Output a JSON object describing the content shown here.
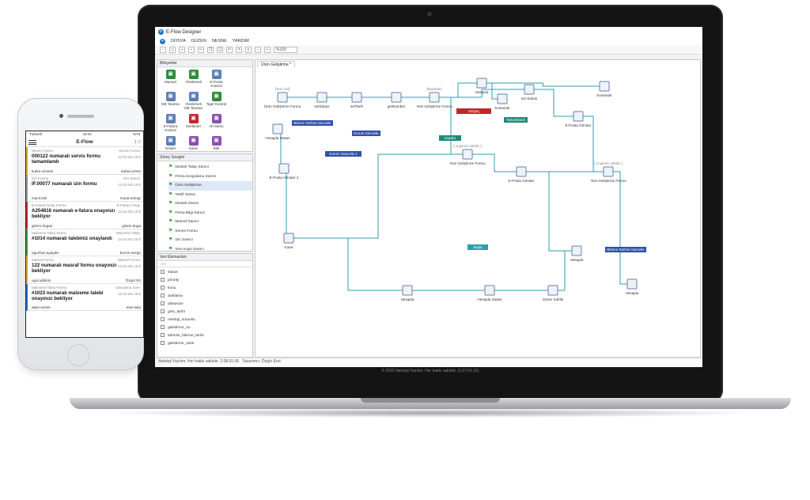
{
  "colors": {
    "flow_line": "#2a9fb0",
    "flow_node_border": "#6a7fa8",
    "accent_blue": "#1a73c9",
    "status_red": "#c0272d",
    "status_teal": "#1f8a78"
  },
  "designer": {
    "window_title": "E-Flow Designer",
    "menu": [
      "DOSYA",
      "DÜZEN",
      "NESNE",
      "YARDIM"
    ],
    "zoom": "%100",
    "panels": {
      "components_title": "Bileşenler",
      "processes_title": "Süreç Gezgini",
      "variables_title": "Veri Elemanları"
    },
    "components": [
      {
        "label": "Manuel",
        "icon": "manual-icon",
        "color": "#2e8b3a"
      },
      {
        "label": "Yinelemeli",
        "icon": "repeat-icon",
        "color": "#2e8b3a"
      },
      {
        "label": "E-Posta Kontrol",
        "icon": "email-icon",
        "color": "#5a7fb8"
      },
      {
        "label": "",
        "icon": "blank",
        "color": "#ffffff"
      },
      {
        "label": "DB Tarama",
        "icon": "database-icon",
        "color": "#5a7fb8"
      },
      {
        "label": "Yinelemeli DB Tarama",
        "icon": "database-repeat-icon",
        "color": "#5a7fb8"
      },
      {
        "label": "Tiger Kontrol",
        "icon": "tiger-icon",
        "color": "#2e8b3a"
      },
      {
        "label": "",
        "icon": "blank",
        "color": "#ffffff"
      },
      {
        "label": "E-Fatura Kontrol",
        "icon": "invoice-icon",
        "color": "#5a7fb8"
      },
      {
        "label": "Sonlandır",
        "icon": "stop-icon",
        "color": "#c0272d"
      },
      {
        "label": "Alt Süreç",
        "icon": "subprocess-icon",
        "color": "#8a4fb0"
      },
      {
        "label": "",
        "icon": "blank",
        "color": "#ffffff"
      },
      {
        "label": "Göster Formu",
        "icon": "form-icon",
        "color": "#5a7fb8"
      },
      {
        "label": "Karar",
        "icon": "decision-icon",
        "color": "#8a4fb0"
      },
      {
        "label": "Bitti",
        "icon": "done-icon",
        "color": "#8a4fb0"
      },
      {
        "label": "",
        "icon": "blank",
        "color": "#ffffff"
      }
    ],
    "processes": [
      "Destek Talep Süreci",
      "Firma Sorgulama Süreci",
      "Ürün Geliştirme",
      "Teklif Süreci",
      "Destek Süreci",
      "Firma Bilgi Süreci",
      "Masraf Süreci",
      "Servis Formu",
      "İzin Süreci",
      "Yeni Kayıt Süreci"
    ],
    "selected_process_index": 2,
    "variable_search_placeholder": "Ara",
    "variables": [
      "status",
      "priority",
      "konu",
      "aciklama",
      "dokuman",
      "giris_tarihi",
      "netoloji_sorumlu",
      "gelistirme_no",
      "tahmini_bitirme_tarihi",
      "gelistirme_ozeti"
    ],
    "canvas_tab": "Ürün Geliştirme *",
    "status_user": "Netoloji Yazılım. Her hakkı saklıdır. 2.08.01.06",
    "status_name": "Tasarımcı: Özgür Erol",
    "copyright": "© 2015 Netoloji Yazılım. Her hakkı saklıdır. (2.07.01.01)",
    "flow": {
      "nodes": [
        {
          "id": "n1",
          "label": "Ürün Geliştirme Formu",
          "tag": "[Yeni Gel]"
        },
        {
          "id": "n2",
          "label": "setStatus"
        },
        {
          "id": "n3",
          "label": "setTarih"
        },
        {
          "id": "n4",
          "label": "getNumber"
        },
        {
          "id": "n5",
          "label": "Yeni Geliştirme Formu",
          "tag": "[Başlatan]"
        },
        {
          "id": "n6",
          "label": "Hesapla"
        },
        {
          "id": "n7",
          "label": "Sonlandır"
        },
        {
          "id": "n8",
          "label": "set Status"
        },
        {
          "id": "n9",
          "label": "Sonlandır"
        },
        {
          "id": "n10",
          "label": "E-Posta Gönder"
        },
        {
          "id": "n11",
          "label": "Hesapla Status"
        },
        {
          "id": "n12",
          "label": "E-Posta Gönder 2"
        },
        {
          "id": "n13",
          "label": "Yeni Geliştirme Formu",
          "tag": "[=Ingerelo sahibi=]"
        },
        {
          "id": "n14",
          "label": "E-Posta Gönder"
        },
        {
          "id": "n15",
          "label": "Yeni Geliştirme Formu",
          "tag": "[=Ingerelo sahibi=]"
        },
        {
          "id": "n16",
          "label": "Karar"
        },
        {
          "id": "n17",
          "label": "Hesapla"
        },
        {
          "id": "n18",
          "label": "Hesapla Status"
        },
        {
          "id": "n19",
          "label": "Görev Sahibi"
        },
        {
          "id": "n20",
          "label": "Hesapla"
        },
        {
          "id": "n21",
          "label": "Hesapla"
        }
      ],
      "badges": [
        {
          "id": "b1",
          "label": "Vazgeç",
          "color": "#c0272d"
        },
        {
          "id": "b2",
          "label": "Tamamlandı",
          "color": "#1f8a78"
        },
        {
          "id": "b3",
          "label": "Bitirme Tarihini Güncelle",
          "color": "#2f4fa8"
        },
        {
          "id": "b4",
          "label": "Durum Güncelle",
          "color": "#2f4fa8"
        },
        {
          "id": "b5",
          "label": "Kaydet",
          "color": "#1f8a78"
        },
        {
          "id": "b6",
          "label": "Durum Güncelle 2",
          "color": "#2f4fa8"
        },
        {
          "id": "b7",
          "label": "Bitirme Tarihini Güncelle",
          "color": "#2f4fa8"
        },
        {
          "id": "b8",
          "label": "Başla",
          "color": "#2a9fb0"
        }
      ]
    }
  },
  "phone": {
    "carrier": "Turkcell",
    "time": "15:41",
    "battery": "%73",
    "title": "E-Flow",
    "action_count": "1",
    "cards": [
      {
        "type": "Servis Formu",
        "type_right": "Servis Formu",
        "title": "000122 numaralı servis formu tamamlandı",
        "date": "11-02-201 15:0",
        "user": "kubra.cimsek",
        "user_right": "kubra.cimse",
        "accent": "#e0a52a"
      },
      {
        "type": "İzin Formu",
        "type_right": "İzin Süreci",
        "title": "IF.00077 numaralı izin formu",
        "date": "11-02-201 15:0",
        "user": "macit.isik",
        "user_right": "murat.erdogr",
        "accent": "#999999"
      },
      {
        "type": "E-Fatura Onay Formu",
        "type_right": "E-Fatura Onay",
        "title": "A254816 numaralı e-fatura onayınızı bekliyor",
        "date": "11-02-201 15:0",
        "user": "gizem.dogan",
        "user_right": "gizem.doga",
        "accent": "#c0272d"
      },
      {
        "type": "Malzeme Talep Süreci",
        "type_right": "Malzeme Talep",
        "title": "#1014 numaralı talebiniz onaylandı",
        "date": "11-02-201 15:0",
        "user": "oguzhan.ayaydin",
        "user_right": "burcin.evirge",
        "accent": "#3a9a3a"
      },
      {
        "type": "Masraf Formu",
        "type_right": "Masraf Formu",
        "title": "122 numaralı masraf formu onayınızı bekliyor",
        "date": "11-02-201 15:0",
        "user": "ugur.yildirim",
        "user_right": "Özgür Eri",
        "accent": "#e0a52a"
      },
      {
        "type": "Malzeme Talep Formu",
        "type_right": "Satınalma Süre",
        "title": "#1023 numaralı malzeme talebi onayınızı bekliyor",
        "date": "11-02-201 15:0",
        "user": "alper.sumer",
        "user_right": "eser.kala",
        "accent": "#1a73c9"
      }
    ]
  }
}
